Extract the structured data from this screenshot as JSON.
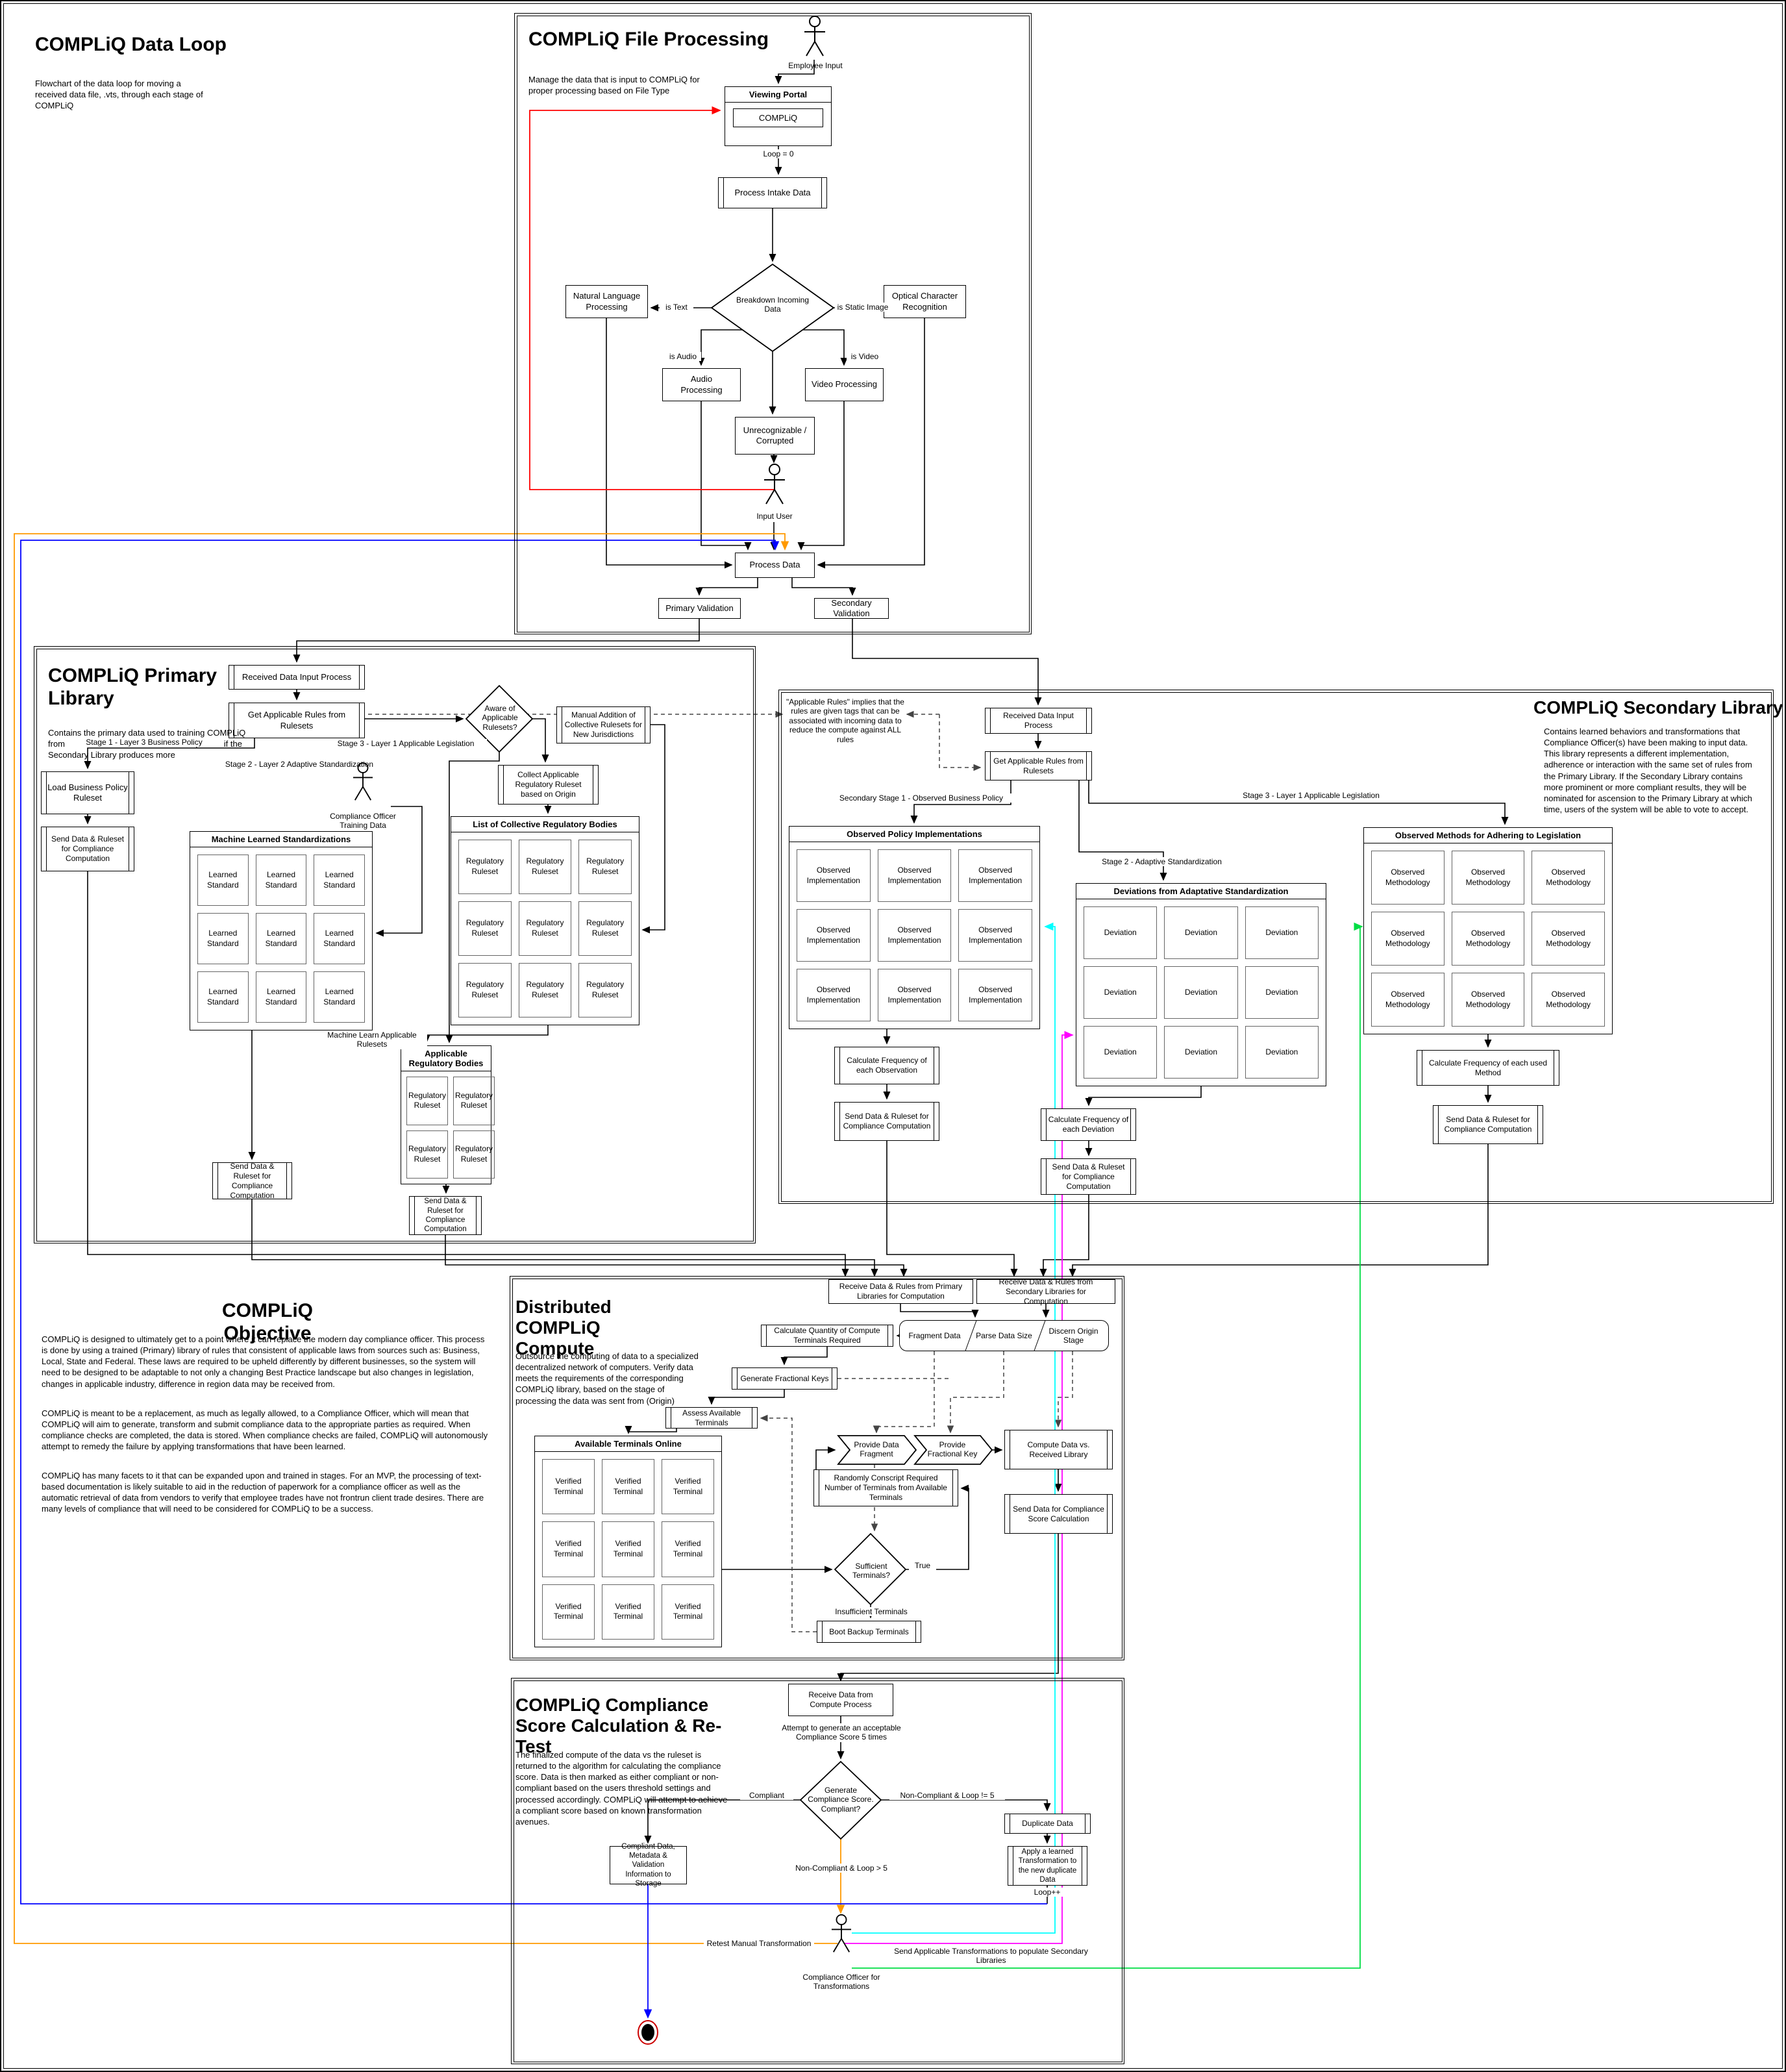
{
  "data_loop": {
    "title": "COMPLiQ Data Loop",
    "description": "Flowchart of the data loop for moving a received data file, .vts, through each stage of COMPLiQ"
  },
  "file_processing": {
    "title": "COMPLiQ File Processing",
    "description": "Manage the data that is input to COMPLiQ for proper processing based on File Type",
    "employee_input": "Employee Input",
    "viewing_portal": "Viewing Portal",
    "compliq": "COMPLiQ",
    "loop0": "Loop = 0",
    "process_intake": "Process Intake Data",
    "breakdown": "Breakdown Incoming Data",
    "is_text": "is Text",
    "is_static_image": "is Static Image",
    "is_audio": "is Audio",
    "is_video": "is Video",
    "nlp": "Natural Language Processing",
    "ocr": "Optical Character Recognition",
    "audio": "Audio Processing",
    "video": "Video Processing",
    "unrecognizable": "Unrecognizable / Corrupted",
    "input_user": "Input User",
    "process_data": "Process Data",
    "primary_validation": "Primary Validation",
    "secondary_validation": "Secondary Validation"
  },
  "primary_library": {
    "title": "COMPLiQ Primary Library",
    "description": "Contains the primary data used to training COMPLiQ from its initialization. This data can be updated if the Secondary Library produces more",
    "received": "Received Data Input Process",
    "get_rules": "Get Applicable Rules from Rulesets",
    "aware": "Aware of Applicable Rulesets?",
    "manual_addition": "Manual Addition of Collective Rulesets for New Jurisdictions",
    "collect": "Collect Applicable Regulatory Ruleset based on Origin",
    "list_title": "List of Collective Regulatory Bodies",
    "regulatory_ruleset": "Regulatory Ruleset",
    "stage1": "Stage 1 - Layer 3 Business Policy",
    "stage2": "Stage 2 - Layer 2 Adaptive Standardization",
    "stage3": "Stage 3 - Layer 1 Applicable Legislation",
    "load_policy": "Load Business Policy Ruleset",
    "send_cc": "Send Data & Ruleset for Compliance Computation",
    "mls_title": "Machine Learned Standardizations",
    "learned_standard": "Learned Standard",
    "officer_training": "Compliance Officer Training Data",
    "ml_applicable": "Machine Learn Applicable Rulesets",
    "arb_title": "Applicable Regulatory Bodies"
  },
  "secondary_library": {
    "title": "COMPLiQ Secondary Library",
    "description": "Contains learned behaviors and transformations that Compliance Officer(s) have been making to input data. This library represents a different implementation, adherence or interaction with the same set of rules from the Primary Library. If the Secondary Library contains more prominent or more compliant results, they will be nominated for ascension to the Primary Library at which time, users of the system will be able to vote to accept.",
    "note": "\"Applicable Rules\" implies that the rules are given tags that can be associated with incoming data to reduce the compute against ALL rules",
    "received": "Received Data Input Process",
    "get_rules": "Get Applicable Rules from Rulesets",
    "s_stage1": "Secondary Stage 1 - Observed Business Policy",
    "stage2": "Stage 2 - Adaptive Standardization",
    "stage3": "Stage 3 - Layer 1 Applicable Legislation",
    "opi_title": "Observed Policy Implementations",
    "observed_impl": "Observed Implementation",
    "dev_title": "Deviations from Adaptative Standardization",
    "deviation": "Deviation",
    "oma_title": "Observed Methods for Adhering to Legislation",
    "observed_method": "Observed Methodology",
    "calc_obs": "Calculate Frequency of each Observation",
    "calc_dev": "Calculate Frequency of each Deviation",
    "calc_method": "Calculate Frequency of each used Method",
    "send_cc": "Send Data & Ruleset for Compliance Computation"
  },
  "objective": {
    "title": "COMPLiQ Objective",
    "p1": "COMPLiQ is designed to ultimately get to a point where it can replace the modern day compliance officer. This process is done by using a trained (Primary) library of rules that consistent of applicable laws from sources such as: Business, Local, State and Federal. These laws are required to be upheld differently by different businesses, so the system will need to be designed to be adaptable to not only a changing Best Practice landscape but also changes in legislation, changes in applicable industry, difference in region data may be received from.",
    "p2": "COMPLiQ is meant to be a replacement, as much as legally allowed, to a Compliance Officer, which will mean that COMPLiQ will aim to generate, transform and submit compliance data to the appropriate parties as required. When compliance checks are completed, the data is stored. When compliance checks are failed, COMPLiQ will autonomously attempt to remedy the failure by applying transformations that have been learned.",
    "p3": "COMPLiQ has many facets to it that can be expanded upon and trained in stages. For an MVP, the processing of text-based documentation is likely suitable to aid in the reduction of paperwork for a compliance officer as well as the automatic retrieval of data from vendors to verify that employee trades have not frontrun client trade desires. There are many levels of compliance that will need to be considered for COMPLiQ to be a success."
  },
  "compute": {
    "title": "Distributed COMPLiQ Compute",
    "description": "Outsource the computing of data to a specialized decentralized network of computers. Verify data meets the requirements of the corresponding COMPLiQ library, based on the stage of processing the data was sent from (Origin)",
    "receive_primary": "Receive Data & Rules from Primary Libraries for Computation",
    "receive_secondary": "Receive Data & Rules from Secondary Libraries for Computation",
    "calc_quantity": "Calculate Quantity of Compute Terminals Required",
    "fragment": "Fragment Data",
    "parse": "Parse Data Size",
    "discern": "Discern Origin Stage",
    "gen_keys": "Generate Fractional Keys",
    "assess": "Assess Available Terminals",
    "terminals_title": "Available Terminals Online",
    "verified_terminal": "Verified Terminal",
    "provide_fragment": "Provide Data Fragment",
    "provide_key": "Provide Fractional Key",
    "conscript": "Randomly Conscript Required Number of Terminals from Available Terminals",
    "compute_vs": "Compute Data vs. Received Library",
    "send_score": "Send Data for Compliance Score Calculation",
    "sufficient": "Sufficient Terminals?",
    "true_label": "True",
    "insufficient": "Insufficient Terminals",
    "boot": "Boot Backup Terminals"
  },
  "score": {
    "title": "COMPLiQ Compliance Score Calculation & Re-Test",
    "description": "The finalized compute of the data vs the ruleset is returned to the algorithm for calculating the compliance score. Data is then marked as either compliant or non-compliant based on the users threshold settings and processed accordingly. COMPLiQ will attempt to achieve a compliant score based on known transformation avenues.",
    "receive": "Receive Data from Compute Process",
    "attempt": "Attempt to generate an acceptable Compliance Score 5 times",
    "generate": "Generate Compliance Score. Compliant?",
    "compliant": "Compliant",
    "noncompliant_ne5": "Non-Compliant & Loop != 5",
    "noncompliant_gt5": "Non-Compliant & Loop > 5",
    "storage": "Compliant Data, Metadata & Validation Information to Storage",
    "duplicate": "Duplicate Data",
    "apply": "Apply a learned Transformation to the new duplicate Data",
    "loop_inc": "Loop++",
    "retest": "Retest Manual Transformation",
    "send_transform": "Send Applicable Transformations to populate Secondary Libraries",
    "officer": "Compliance Officer for Transformations"
  },
  "colors": {
    "red": "#ff0000",
    "orange": "#ff9900",
    "blue": "#0000ff",
    "cyan": "#00ffff",
    "magenta": "#ff00ff",
    "green": "#00dd44"
  }
}
